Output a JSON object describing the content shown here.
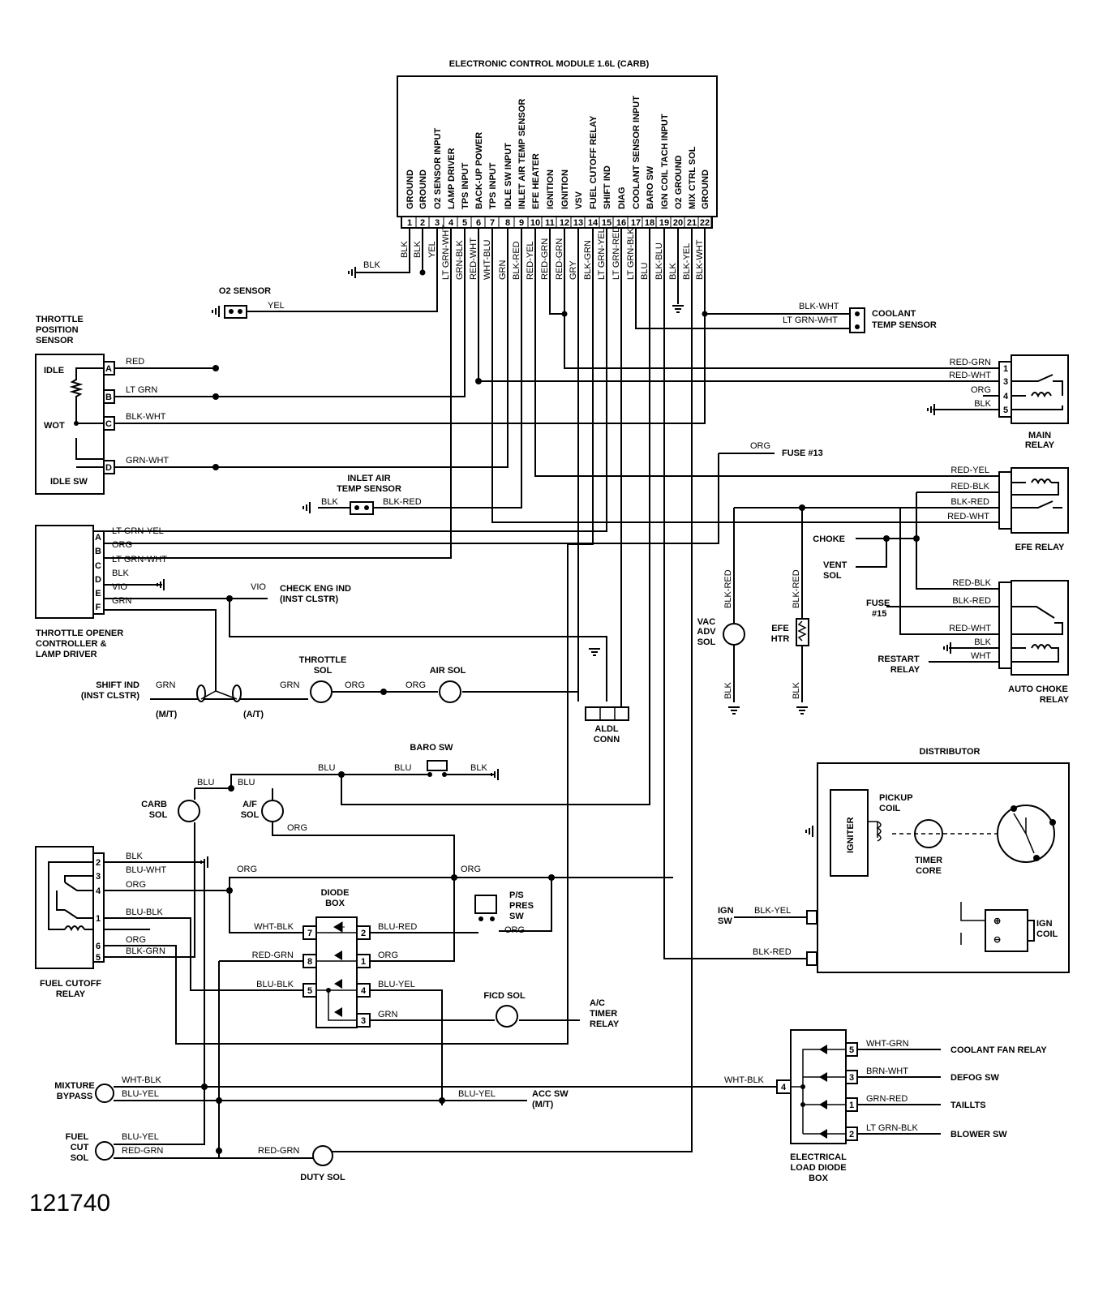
{
  "ecm": {
    "title": "ELECTRONIC CONTROL MODULE 1.6L (CARB)",
    "pins": [
      {
        "num": "1",
        "func": "GROUND",
        "wire": "BLK"
      },
      {
        "num": "2",
        "func": "GROUND",
        "wire": "BLK"
      },
      {
        "num": "3",
        "func": "O2 SENSOR INPUT",
        "wire": "YEL"
      },
      {
        "num": "4",
        "func": "LAMP DRIVER",
        "wire": "LT GRN-WHT"
      },
      {
        "num": "5",
        "func": "TPS INPUT",
        "wire": "GRN-BLK"
      },
      {
        "num": "6",
        "func": "BACK-UP POWER",
        "wire": "RED-WHT"
      },
      {
        "num": "7",
        "func": "TPS INPUT",
        "wire": "WHT-BLU"
      },
      {
        "num": "8",
        "func": "IDLE SW INPUT",
        "wire": "GRN"
      },
      {
        "num": "9",
        "func": "INLET AIR TEMP SENSOR",
        "wire": "BLK-RED"
      },
      {
        "num": "10",
        "func": "EFE HEATER",
        "wire": "RED-YEL"
      },
      {
        "num": "11",
        "func": "IGNITION",
        "wire": "RED-GRN"
      },
      {
        "num": "12",
        "func": "IGNITION",
        "wire": "RED-GRN"
      },
      {
        "num": "13",
        "func": "VSV",
        "wire": "GRY"
      },
      {
        "num": "14",
        "func": "FUEL CUTOFF RELAY",
        "wire": "BLK-GRN"
      },
      {
        "num": "15",
        "func": "SHIFT IND",
        "wire": "LT GRN-YEL"
      },
      {
        "num": "16",
        "func": "DIAG",
        "wire": "LT GRN-RED"
      },
      {
        "num": "17",
        "func": "COOLANT SENSOR INPUT",
        "wire": "LT GRN-BLK"
      },
      {
        "num": "18",
        "func": "BARO SW",
        "wire": "BLU"
      },
      {
        "num": "19",
        "func": "IGN COIL TACH INPUT",
        "wire": "BLK-BLU"
      },
      {
        "num": "20",
        "func": "O2 GROUND",
        "wire": "BLK"
      },
      {
        "num": "21",
        "func": "MIX CTRL SOL",
        "wire": "BLK-YEL"
      },
      {
        "num": "22",
        "func": "GROUND",
        "wire": "BLK-WHT"
      }
    ]
  },
  "labels": {
    "blk_gnd": "BLK",
    "o2_sensor": "O2 SENSOR",
    "o2_yel": "YEL",
    "tps_title": "THROTTLE POSITION SENSOR",
    "tps_idle": "IDLE",
    "tps_wot": "WOT",
    "idle_sw": "IDLE SW",
    "tps_pins": [
      "A",
      "B",
      "C",
      "D"
    ],
    "tps_wires": [
      "RED",
      "LT GRN",
      "BLK-WHT",
      "GRN-WHT"
    ],
    "coolant_temp_sensor": "COOLANT TEMP SENSOR",
    "coolant_wires": [
      "BLK-WHT",
      "LT GRN-WHT"
    ],
    "main_relay": "MAIN RELAY",
    "main_relay_wires": [
      "RED-GRN",
      "RED-WHT",
      "ORG",
      "BLK"
    ],
    "main_relay_pins": [
      "1",
      "3",
      "4",
      "5"
    ],
    "fuse13_org": "ORG",
    "fuse13": "FUSE #13",
    "iat_sensor": "INLET AIR TEMP SENSOR",
    "iat_blk": "BLK",
    "iat_blkred": "BLK-RED",
    "efe_relay": "EFE RELAY",
    "efe_relay_wires": [
      "RED-YEL",
      "RED-BLK",
      "BLK-RED",
      "RED-WHT"
    ],
    "choke": "CHOKE",
    "vent_sol": "VENT SOL",
    "vac_adv_sol": "VAC ADV SOL",
    "vac_blkred": "BLK-RED",
    "vac_blk": "BLK",
    "efe_htr": "EFE HTR",
    "efe_blkred": "BLK-RED",
    "efe_blk": "BLK",
    "fuse15": "FUSE #15",
    "auto_choke_wires": [
      "RED-BLK",
      "BLK-RED",
      "RED-WHT",
      "BLK",
      "WHT"
    ],
    "restart_relay": "RESTART RELAY",
    "auto_choke_relay": "AUTO CHOKE RELAY",
    "toc_title": "THROTTLE OPENER CONTROLLER & LAMP DRIVER",
    "toc_pins": [
      "A",
      "B",
      "C",
      "D",
      "E",
      "F"
    ],
    "toc_wires": [
      "LT GRN-YEL",
      "ORG",
      "LT GRN-WHT",
      "BLK",
      "VIO",
      "GRN"
    ],
    "vio": "VIO",
    "check_eng": "CHECK ENG IND (INST CLSTR)",
    "shift_ind": "SHIFT IND (INST CLSTR)",
    "grn": "GRN",
    "mt": "(M/T)",
    "at": "(A/T)",
    "throttle_sol": "THROTTLE SOL",
    "air_sol": "AIR SOL",
    "org": "ORG",
    "aldl_conn": "ALDL CONN",
    "baro_sw": "BARO SW",
    "blu": "BLU",
    "blk": "BLK",
    "carb_sol": "CARB SOL",
    "af_sol": "A/F SOL",
    "fuel_cutoff_relay": "FUEL CUTOFF RELAY",
    "fcr_pins": [
      "2",
      "3",
      "4",
      "1",
      "6",
      "5"
    ],
    "fcr_wires": [
      "BLK",
      "BLU-WHT",
      "ORG",
      "BLU-BLK",
      "ORG",
      "BLK-GRN"
    ],
    "diode_box": "DIODE BOX",
    "diode_pins_left": [
      "7",
      "8",
      "5"
    ],
    "diode_wires_left": [
      "WHT-BLK",
      "RED-GRN",
      "BLU-BLK"
    ],
    "diode_pins_right": [
      "2",
      "1",
      "4",
      "3"
    ],
    "diode_wires_right": [
      "BLU-RED",
      "ORG",
      "BLU-YEL",
      "GRN"
    ],
    "ps_pres_sw": "P/S PRES SW",
    "ficd_sol": "FICD SOL",
    "ac_timer_relay": "A/C TIMER RELAY",
    "mixture_bypass": "MIXTURE BYPASS",
    "wht_blk": "WHT-BLK",
    "blu_yel": "BLU-YEL",
    "acc_sw": "ACC SW (M/T)",
    "fuel_cut_sol": "FUEL CUT SOL",
    "red_grn": "RED-GRN",
    "duty_sol": "DUTY SOL",
    "distributor": "DISTRIBUTOR",
    "igniter": "IGNITER",
    "pickup_coil": "PICKUP COIL",
    "timer_core": "TIMER CORE",
    "ign_sw": "IGN SW",
    "blk_yel": "BLK-YEL",
    "blk_red": "BLK-RED",
    "ign_coil": "IGN COIL",
    "coil_terms": [
      "⊕",
      "⊖"
    ],
    "eld_box": "ELECTRICAL LOAD DIODE BOX",
    "eld_pins": [
      "5",
      "3",
      "1",
      "2"
    ],
    "eld_wires": [
      "WHT-GRN",
      "BRN-WHT",
      "GRN-RED",
      "LT GRN-BLK"
    ],
    "eld_targets": [
      "COOLANT FAN RELAY",
      "DEFOG SW",
      "TAILLTS",
      "BLOWER SW"
    ],
    "eld_in_pin": "4",
    "diagram_id": "121740"
  }
}
